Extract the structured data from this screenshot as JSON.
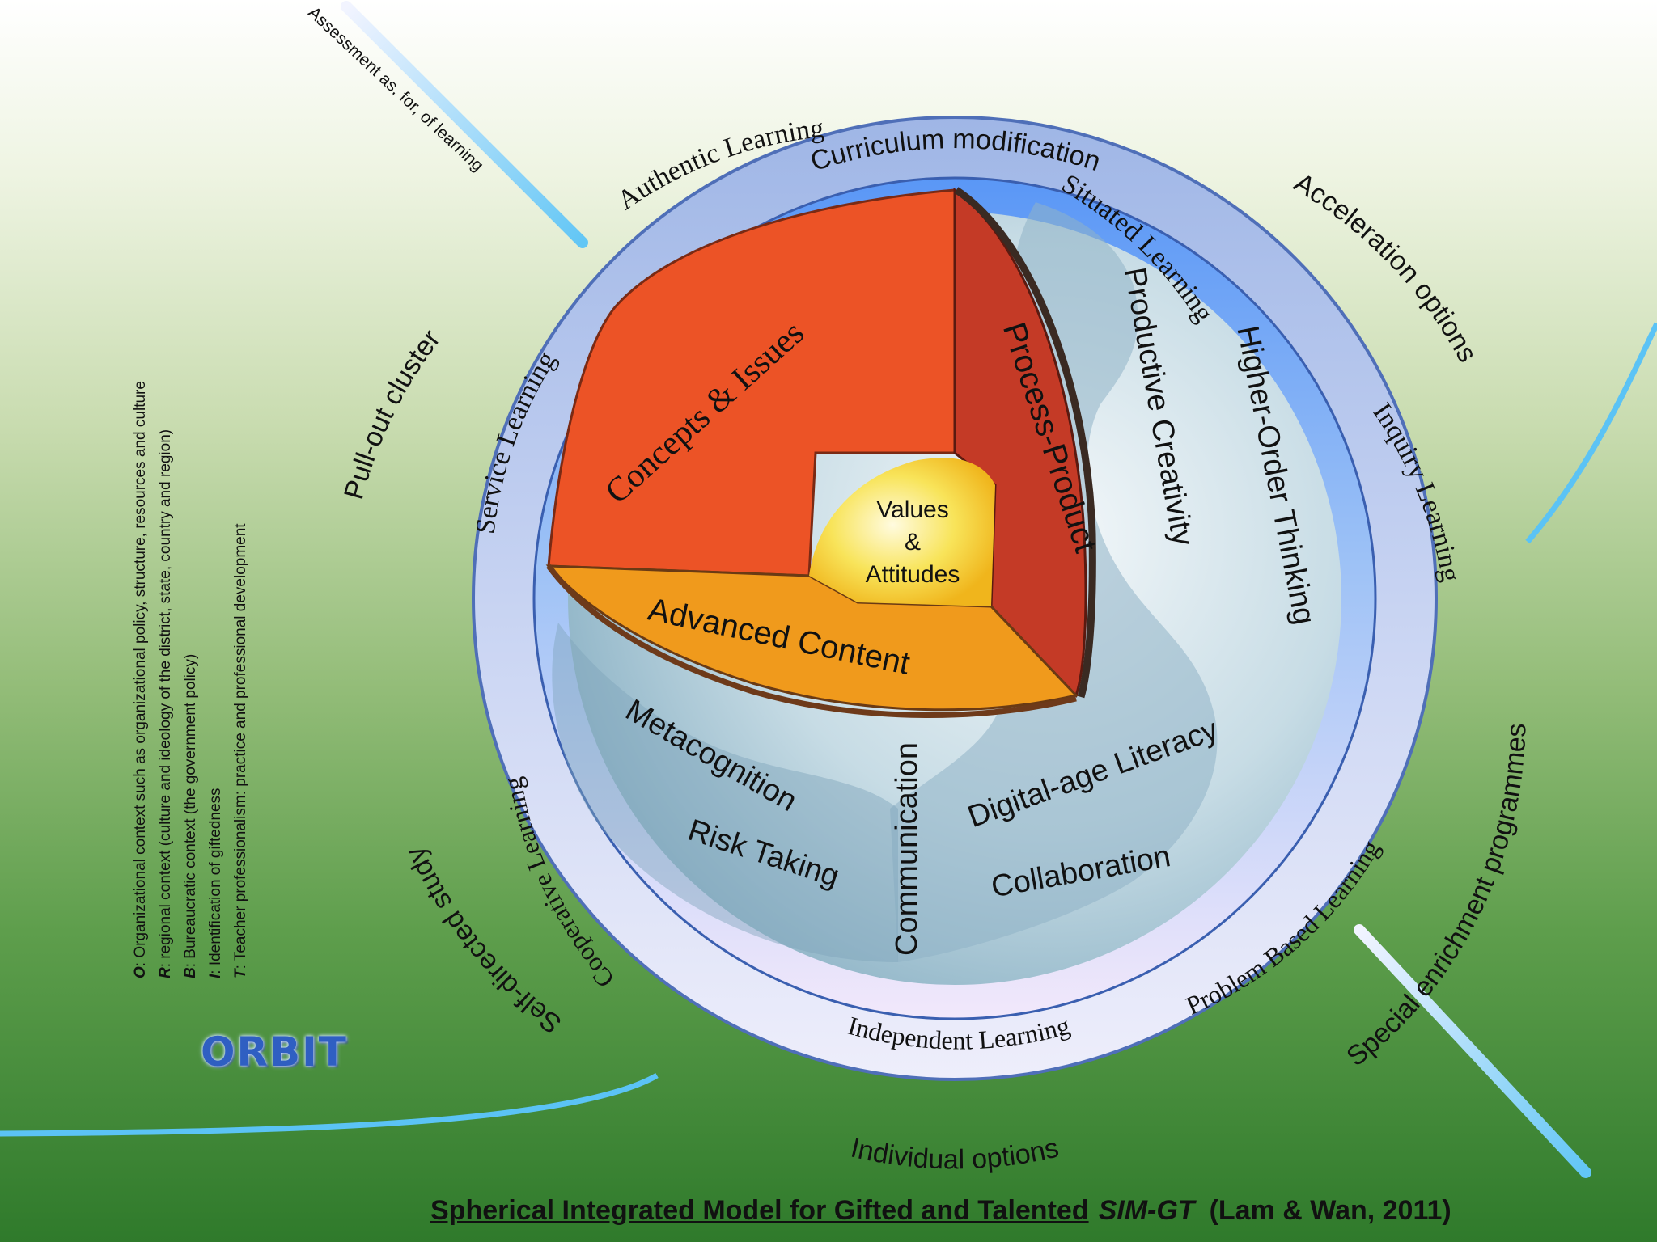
{
  "legend": [
    {
      "key": "O",
      "text": ": Organizational context such as organizational policy, structure, resources and culture"
    },
    {
      "key": "R",
      "text": ": regional context (culture and ideology of the district, state, country and region)"
    },
    {
      "key": "B",
      "text": ": Bureaucratic context (the government policy)"
    },
    {
      "key": "I",
      "text": ":  Identification of giftedness"
    },
    {
      "key": "T",
      "text": ": Teacher professionalism: practice and professional development"
    }
  ],
  "assessment_label": "Assessment as, for, of learning",
  "orbit_label": "ORBIT",
  "outer_ring": {
    "top": "Curriculum modification",
    "top_left": "Pull-out cluster",
    "top_right": "Acceleration options",
    "bottom_right": "Special enrichment programmes",
    "bottom": "Individual options",
    "bottom_left": "Self-directed study"
  },
  "inner_ring": {
    "authentic": "Authentic Learning",
    "situated": "Situated Learning",
    "service": "Service Learning",
    "inquiry": "Inquiry Learning",
    "cooperative": "Cooperative Learning",
    "problem": "Problem Based Learning",
    "independent": "Independent Learning"
  },
  "core": {
    "concepts": "Concepts & Issues",
    "process": "Process-Product",
    "advanced": "Advanced Content",
    "values_line1": "Values",
    "values_line2": "&",
    "values_line3": "Attitudes"
  },
  "skills": {
    "productive": "Productive Creativity",
    "higher_order": "Higher-Order Thinking",
    "metacognition": "Metacognition",
    "risk": "Risk Taking",
    "communication": "Communication",
    "digital": "Digital-age Literacy",
    "collaboration": "Collaboration"
  },
  "caption": {
    "title": "Spherical Integrated Model for Gifted and Talented",
    "model": "SIM-GT",
    "citation": "(Lam & Wan, 2011)"
  },
  "colors": {
    "outer_ring": "#b7c9ee",
    "inner_ring": "#6ea5f5",
    "globe": "#a9c9d6",
    "concepts_wedge": "#ec5326",
    "process_wedge": "#c43a26",
    "advanced_wedge": "#f09a1c",
    "values_core": "#f8e45a",
    "orbit_line": "#5bc3f5"
  }
}
